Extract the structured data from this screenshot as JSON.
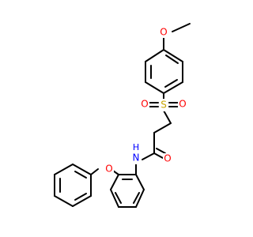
{
  "molecule": {
    "atom_labels": {
      "o_methoxy": "O",
      "s_sulfonyl": "S",
      "o_sulfonyl_left": "O",
      "o_sulfonyl_right": "O",
      "o_carbonyl": "O",
      "n_amide": "N",
      "h_amide": "H",
      "o_ether": "O"
    },
    "colors": {
      "bond": "#000000",
      "oxygen": "#ff0000",
      "sulfur": "#c8a400",
      "nitrogen": "#0000ff"
    }
  }
}
